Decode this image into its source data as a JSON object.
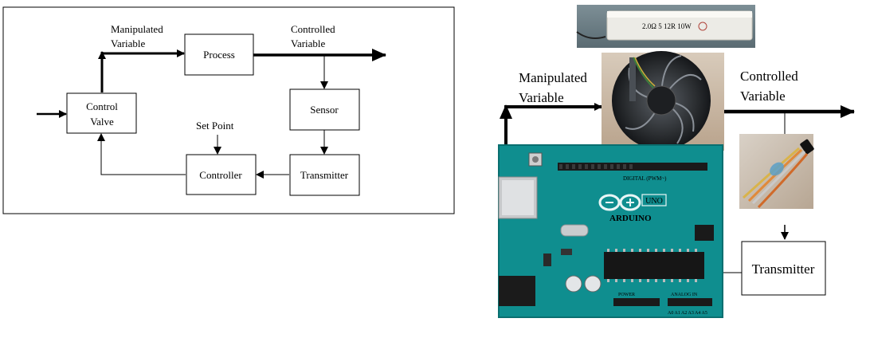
{
  "left_diagram": {
    "blocks": {
      "process": "Process",
      "control_valve": [
        "Control",
        "Valve"
      ],
      "sensor": "Sensor",
      "transmitter": "Transmitter",
      "controller": "Controller"
    },
    "labels": {
      "manipulated_variable": [
        "Manipulated",
        "Variable"
      ],
      "controlled_variable": [
        "Controlled",
        "Variable"
      ],
      "set_point": "Set Point"
    }
  },
  "right_diagram": {
    "labels": {
      "manipulated_variable": [
        "Manipulated",
        "Variable"
      ],
      "controlled_variable": [
        "Controlled",
        "Variable"
      ]
    },
    "blocks": {
      "transmitter": "Transmitter"
    },
    "board_text": {
      "brand": "ARDUINO",
      "model": "UNO",
      "header_digital": "DIGITAL (PWM~)",
      "header_power": "POWER",
      "header_analog": "ANALOG IN",
      "analog_pins": "A0 A1 A2 A3 A4 A5"
    },
    "resistor_text": "2.0Ω 5 12R 10W"
  },
  "colors": {
    "board_teal": "#0f8e8f",
    "fan_dark": "#2b2e31",
    "resistor_white": "#e9e6df",
    "cable_orange": "#e08a3a"
  }
}
